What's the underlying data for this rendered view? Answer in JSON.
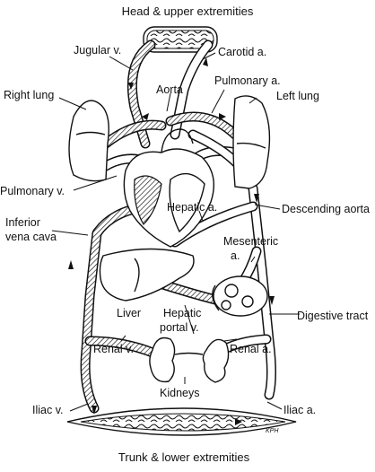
{
  "title_top": "Head & upper extremities",
  "title_bottom": "Trunk & lower extremities",
  "labels": {
    "jugular_v": "Jugular v.",
    "carotid_a": "Carotid a.",
    "pulmonary_a": "Pulmonary a.",
    "aorta": "Aorta",
    "right_lung": "Right lung",
    "left_lung": "Left lung",
    "pulmonary_v": "Pulmonary v.",
    "descending_aorta": "Descending aorta",
    "inferior": "Inferior",
    "vena_cava": "vena cava",
    "hepatic_a": "Hepatic a.",
    "mesenteric": "Mesenteric",
    "mesenteric_a": "a.",
    "digestive_tract": "Digestive tract",
    "liver": "Liver",
    "hepatic": "Hepatic",
    "portal_v": "portal v.",
    "renal_v": "Renal v.",
    "renal_a": "Renal a.",
    "kidneys": "Kidneys",
    "iliac_v": "Iliac v.",
    "iliac_a": "Iliac a."
  },
  "signature": "KPH"
}
